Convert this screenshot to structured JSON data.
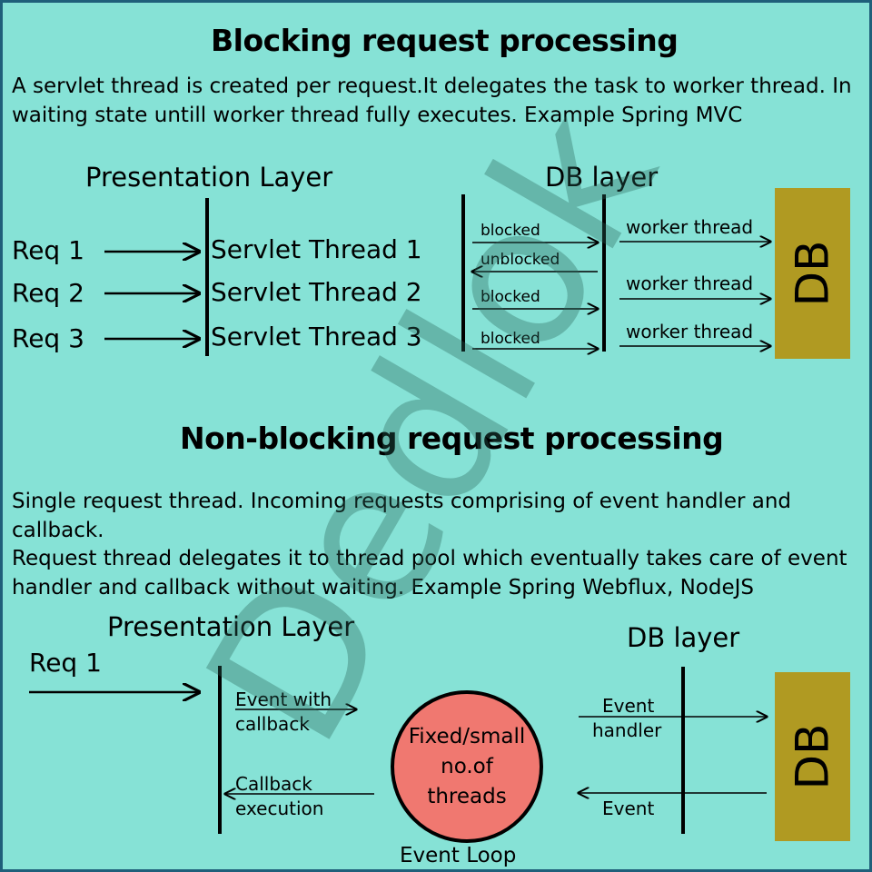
{
  "blocking": {
    "title": "Blocking request processing",
    "description": "A servlet thread is created per request.It delegates the task to worker thread. In waiting state untill worker thread fully executes. Example Spring MVC",
    "presentation_label": "Presentation Layer",
    "db_layer_label": "DB layer",
    "requests": [
      "Req 1",
      "Req 2",
      "Req 3"
    ],
    "servlet_threads": [
      "Servlet Thread 1",
      "Servlet Thread 2",
      "Servlet Thread 3"
    ],
    "arrow_labels": [
      "blocked",
      "unblocked",
      "blocked",
      "blocked"
    ],
    "worker_labels": [
      "worker thread",
      "worker thread",
      "worker thread"
    ],
    "db_label": "DB"
  },
  "nonblocking": {
    "title": "Non-blocking request processing",
    "description_1": "Single request thread. Incoming requests comprising of event handler and callback.",
    "description_2": "Request thread delegates it to thread pool which eventually takes care of event handler and callback without waiting. Example Spring Webflux, NodeJS",
    "presentation_label": "Presentation Layer",
    "db_layer_label": "DB layer",
    "request": "Req 1",
    "event_with_callback_1": "Event with",
    "event_with_callback_2": "callback",
    "callback_execution_1": "Callback",
    "callback_execution_2": "execution",
    "circle_line_1": "Fixed/small",
    "circle_line_2": "no.of",
    "circle_line_3": "threads",
    "event_loop_label": "Event Loop",
    "event_handler_1": "Event",
    "event_handler_2": "handler",
    "event_label": "Event",
    "db_label": "DB"
  },
  "watermark": "Dedlok",
  "colors": {
    "background": "#86e2d6",
    "border": "#1f5f7a",
    "db_box": "#b09a22",
    "circle": "#f07870"
  }
}
